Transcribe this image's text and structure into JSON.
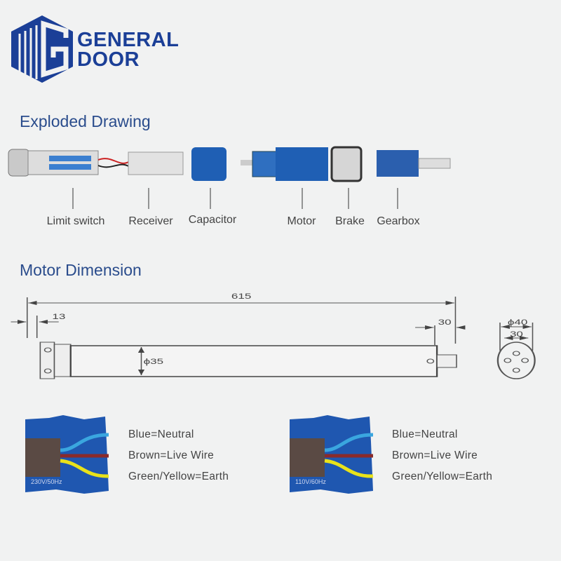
{
  "brand": {
    "line1": "GENERAL",
    "line2": "DOOR",
    "color": "#1b3f97"
  },
  "exploded": {
    "title": "Exploded Drawing",
    "parts": [
      "Limit switch",
      "Receiver",
      "Capacitor",
      "Motor",
      "Brake",
      "Gearbox"
    ]
  },
  "dimension": {
    "title": "Motor Dimension",
    "total_length": "615",
    "head_length": "13",
    "shaft_length": "30",
    "tube_diameter": "ϕ35",
    "end_diameter": "ϕ40",
    "end_inner": "30"
  },
  "wiring": [
    {
      "voltage": "230V/50Hz",
      "labels": [
        "Blue=Neutral",
        "Brown=Live Wire",
        "Green/Yellow=Earth"
      ]
    },
    {
      "voltage": "110V/60Hz",
      "labels": [
        "Blue=Neutral",
        "Brown=Live Wire",
        "Green/Yellow=Earth"
      ]
    }
  ],
  "colors": {
    "blue_wire": "#3aa6df",
    "brown_wire": "#8a2a2a",
    "yellow_wire": "#e8e21a",
    "panel": "#1f57b0"
  }
}
